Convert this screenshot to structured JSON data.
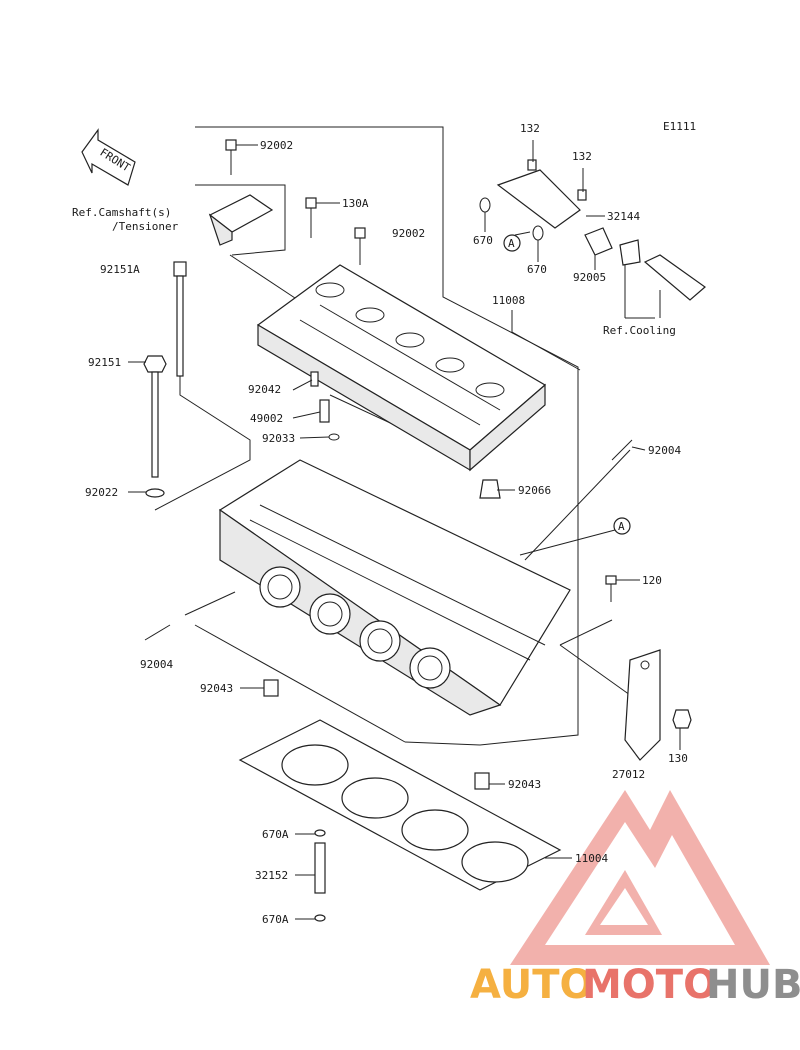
{
  "diagram_code": "E1111",
  "front_label": "FRONT",
  "ref_camshaft": "Ref.Camshaft(s)",
  "ref_tensioner": "/Tensioner",
  "ref_cooling": "Ref.Cooling",
  "parts": {
    "p92002_top": "92002",
    "p130A": "130A",
    "p92002_mid": "92002",
    "p92151A": "92151A",
    "p11008": "11008",
    "p92151": "92151",
    "p92042": "92042",
    "p49002": "49002",
    "p92033": "92033",
    "p92004_right": "92004",
    "p92022": "92022",
    "p92066": "92066",
    "pA_right": "A",
    "p120": "120",
    "p92004_left": "92004",
    "p92043_left": "92043",
    "p130": "130",
    "p27012": "27012",
    "p92043_right": "92043",
    "p670A_top": "670A",
    "p11004": "11004",
    "p32152": "32152",
    "p670A_bottom": "670A",
    "p132_a": "132",
    "p132_b": "132",
    "p32144": "32144",
    "p670_a": "670",
    "pA_left": "A",
    "p670_b": "670",
    "p92005": "92005"
  },
  "watermark": {
    "part1": "AUTO",
    "part2": "MOTO",
    "part3": "HUB",
    "color1": "#f5b041",
    "color2": "#e8736a",
    "color3": "#8e8e8e"
  }
}
